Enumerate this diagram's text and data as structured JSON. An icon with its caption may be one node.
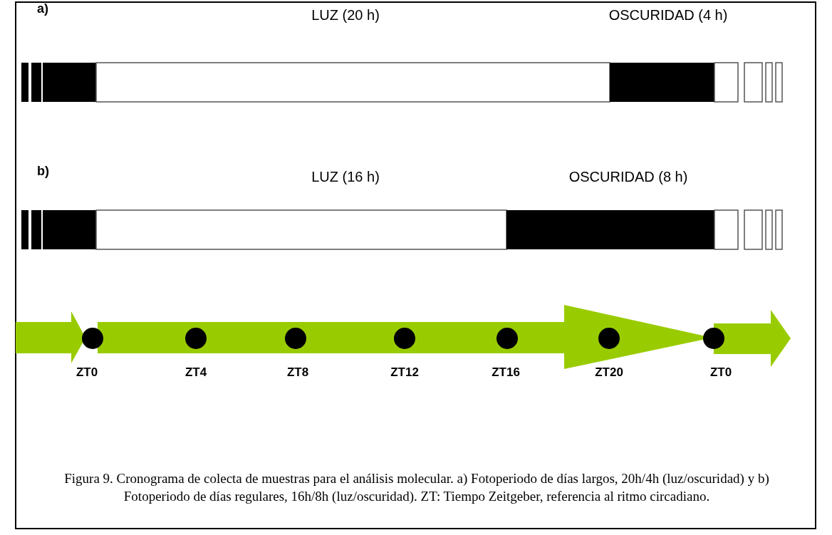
{
  "diagram": {
    "caption": "Figura 9. Cronograma de colecta de muestras para el análisis molecular. a) Fotoperiodo de días largos, 20h/4h (luz/oscuridad) y b) Fotoperiodo de días regulares, 16h/8h (luz/oscuridad). ZT: Tiempo Zeitgeber, referencia al ritmo circadiano.",
    "labels": [
      "a)",
      "LUZ (20 h)",
      "OSCURIDAD (4 h)",
      "b)",
      "LUZ (16 h)",
      "OSCURIDAD (8 h)",
      "ZT0",
      "ZT4",
      "ZT8",
      "ZT12",
      "ZT16",
      "ZT20",
      "ZT0"
    ]
  }
}
